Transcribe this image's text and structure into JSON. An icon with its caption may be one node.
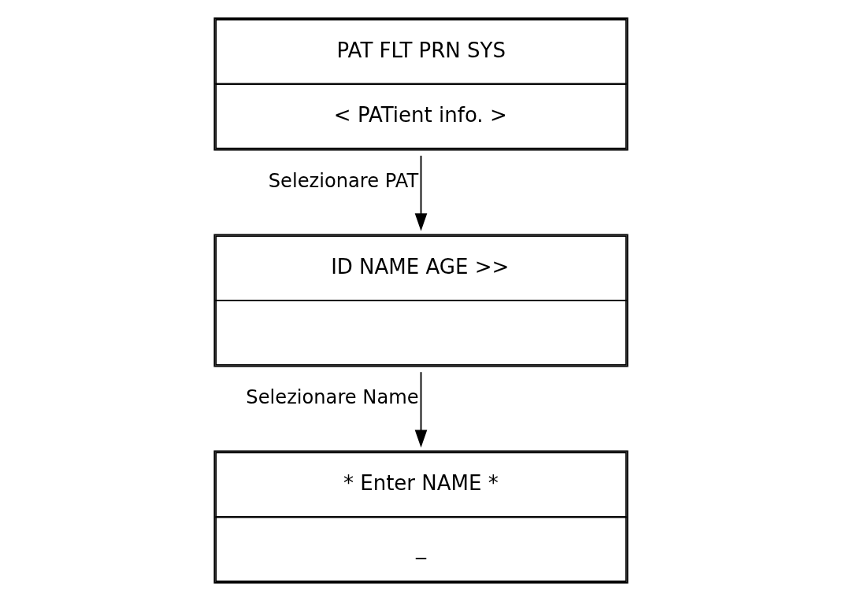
{
  "diagram": {
    "nodes": [
      {
        "text": [
          "PAT FLT PRN SYS",
          "< PATient info. >"
        ]
      },
      {
        "text": [
          "ID NAME AGE >>"
        ]
      },
      {
        "text": [
          "* Enter NAME *",
          "_"
        ]
      }
    ],
    "edges": [
      {
        "from": 0,
        "to": 1,
        "arrow": "to",
        "label": "Selezionare PAT"
      },
      {
        "from": 1,
        "to": 2,
        "arrow": "to",
        "label": "Selezionare Name"
      }
    ]
  }
}
